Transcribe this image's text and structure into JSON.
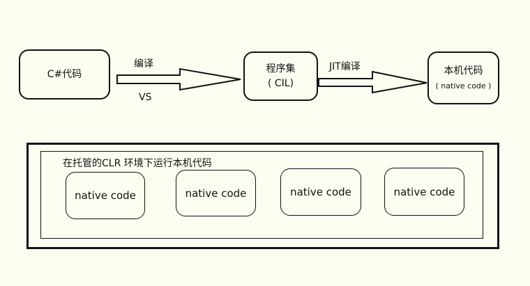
{
  "flow": {
    "csharp": "C#代码",
    "compile_label": "编译",
    "vs_label": "VS",
    "assembly_line1": "程序集",
    "assembly_line2": "( CIL)",
    "jit_label": "JIT编译",
    "native_line1": "本机代码",
    "native_line2": "( native code )"
  },
  "runtime": {
    "caption": "在托管的CLR 环境下运行本机代码",
    "blocks": [
      "native code",
      "native code",
      "native code",
      "native code"
    ]
  }
}
